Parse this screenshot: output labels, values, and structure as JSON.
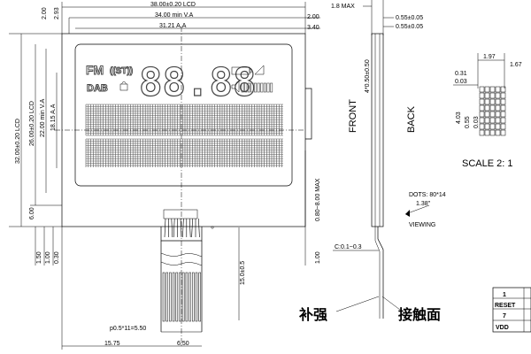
{
  "dims": {
    "top_lcd": "38.00±0.20 LCD",
    "top_va": "34.00 min V.A",
    "top_aa": "31.21 A.A",
    "left_top1": "2.00",
    "left_top2": "2.93",
    "right_200": "2.00",
    "right_340": "3.40",
    "side_lcd": "32.00±0.20 LCD",
    "side_va_lcd": "26.00±0.20 LCD",
    "side_va": "22.00 min V.A",
    "side_aa": "18.15 A.A",
    "bottom_600": "6.00",
    "b_150": "1.50",
    "b_100": "1.00",
    "b_030": "0.30",
    "fpc_len": "15.0±0.5",
    "pitch": "p0.5*11=5.50",
    "b_1575": "15.75",
    "b_650": "6.50",
    "thick": "0.80~8.00 MAX",
    "right_100": "1.00",
    "max18": "1.8 MAX",
    "d055a": "0.55±0.05",
    "d055b": "0.55±0.05",
    "d450": "4*0.50±0.50",
    "c01": "C:0.1~0.3",
    "d197": "1.97",
    "d167": "1.67",
    "d031": "0.31",
    "d003a": "0.03",
    "d403": "4.03",
    "d055": "0.55",
    "d003b": "0.03"
  },
  "labels": {
    "front": "FRONT",
    "back": "BACK",
    "scale": "SCALE 2: 1",
    "dots": "DOTS: 80*14",
    "angle": "1.38\"",
    "viewing": "VIEWING",
    "stiffener": "补强",
    "contact": "接触面"
  },
  "lcd": {
    "fm": "FM",
    "st": "((ST))",
    "dab": "DAB",
    "digits": "88.88"
  },
  "pin_table": [
    [
      "1",
      ""
    ],
    [
      "RESET",
      ""
    ],
    [
      "7",
      ""
    ],
    [
      "VDD",
      ""
    ]
  ]
}
